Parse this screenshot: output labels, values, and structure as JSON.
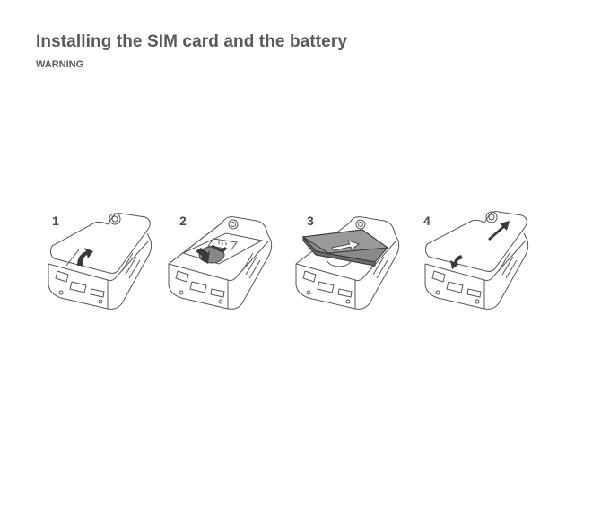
{
  "page": {
    "title": "Installing the SIM card and the battery",
    "warning": "WARNING"
  },
  "steps": [
    {
      "number": "1",
      "illustration": "remove-back-cover"
    },
    {
      "number": "2",
      "illustration": "insert-sim-card"
    },
    {
      "number": "3",
      "illustration": "insert-battery"
    },
    {
      "number": "4",
      "illustration": "replace-back-cover"
    }
  ],
  "colors": {
    "text": "#58595b",
    "outline": "#555555",
    "arrow": "#3a3a3a",
    "battery": "#8a8a8a"
  }
}
